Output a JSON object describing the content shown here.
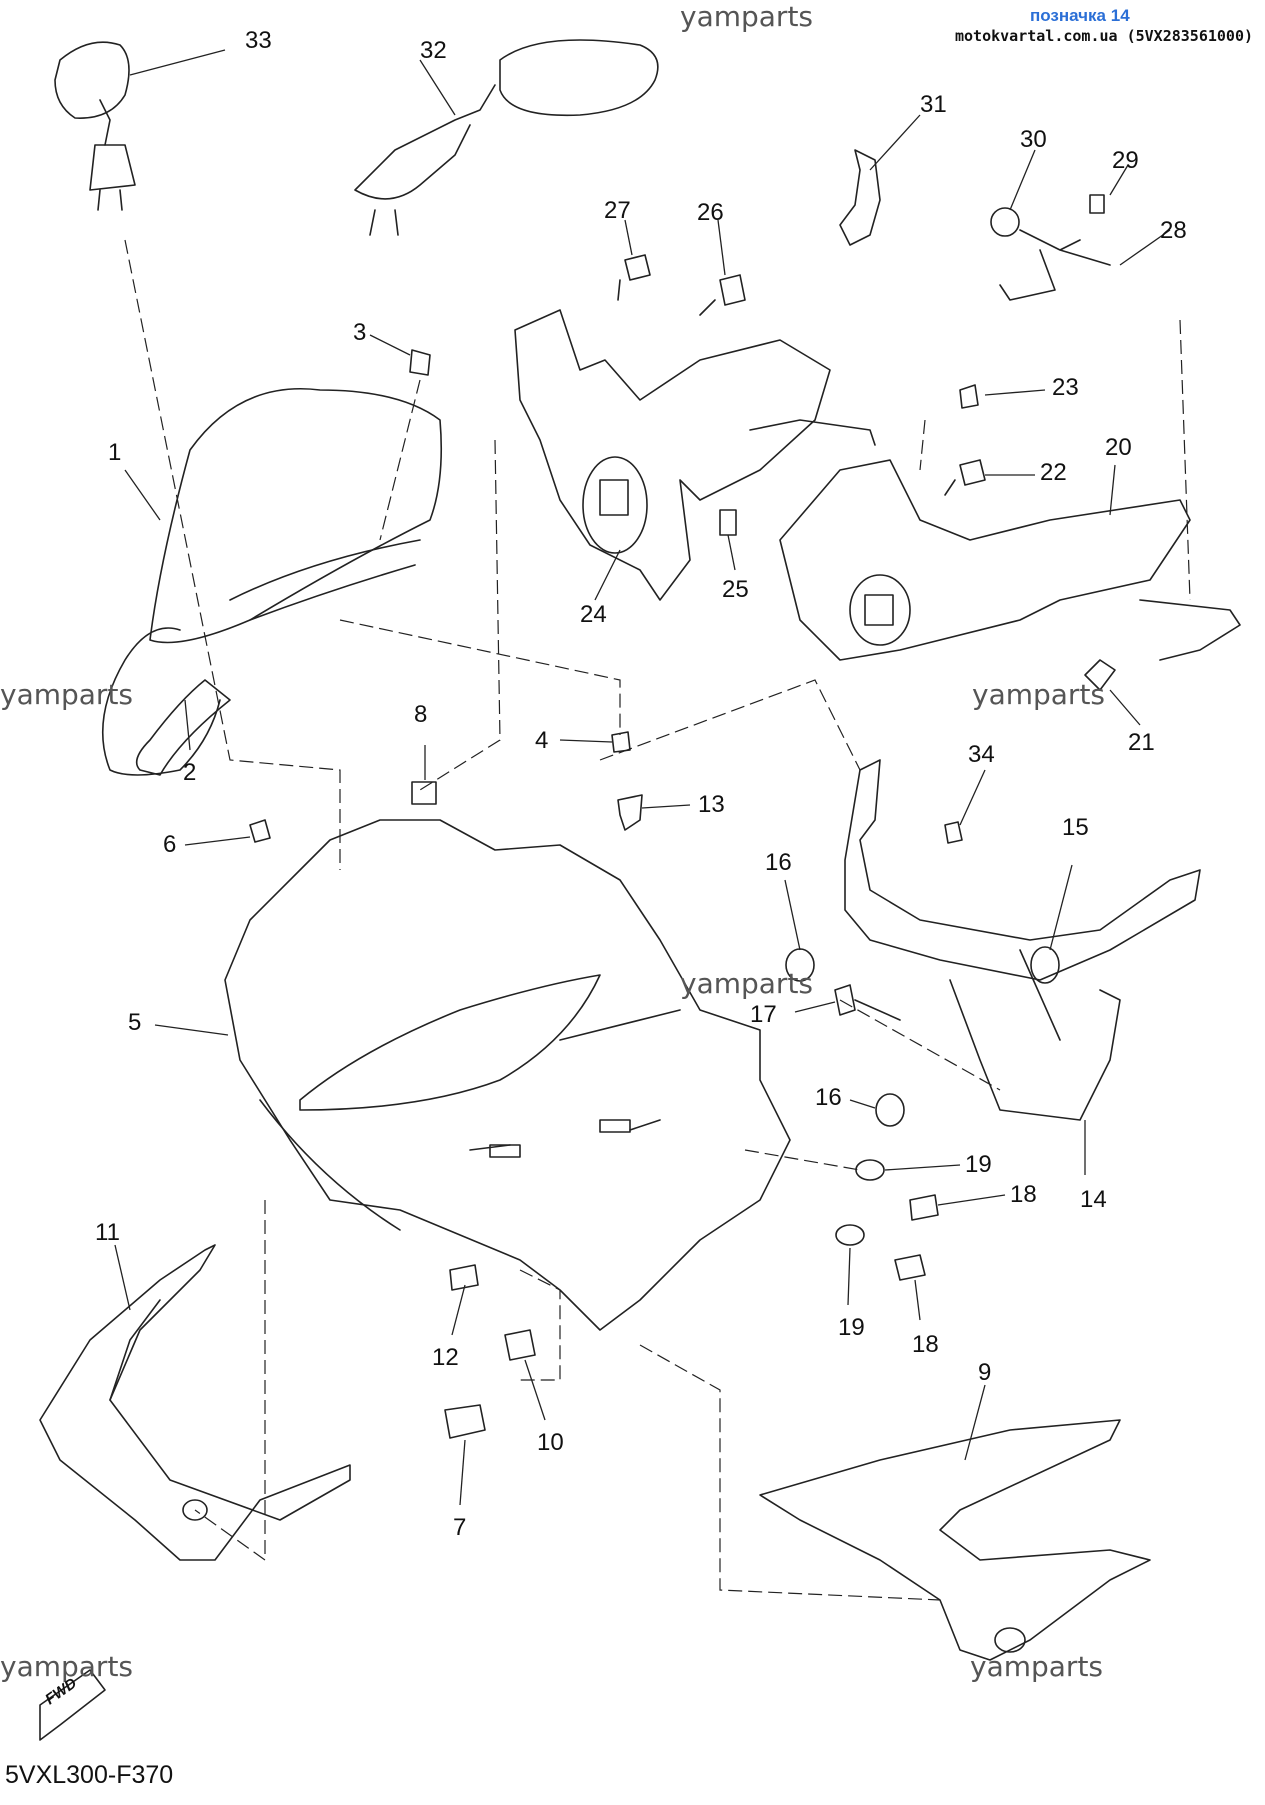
{
  "header": {
    "badge_title": "позначка 14",
    "badge_sub": "motokvartal.com.ua (5VX283561000)",
    "badge_color": "#2b6fd6"
  },
  "watermark": "yamparts",
  "footer": {
    "code": "5VXL300-F370",
    "fwd_label": "FWD"
  },
  "callouts": [
    "33",
    "32",
    "31",
    "30",
    "29",
    "28",
    "27",
    "26",
    "3",
    "23",
    "22",
    "20",
    "1",
    "2",
    "24",
    "25",
    "21",
    "8",
    "4",
    "13",
    "34",
    "15",
    "6",
    "16",
    "17",
    "5",
    "16",
    "19",
    "18",
    "14",
    "11",
    "12",
    "10",
    "19",
    "18",
    "9",
    "7"
  ]
}
